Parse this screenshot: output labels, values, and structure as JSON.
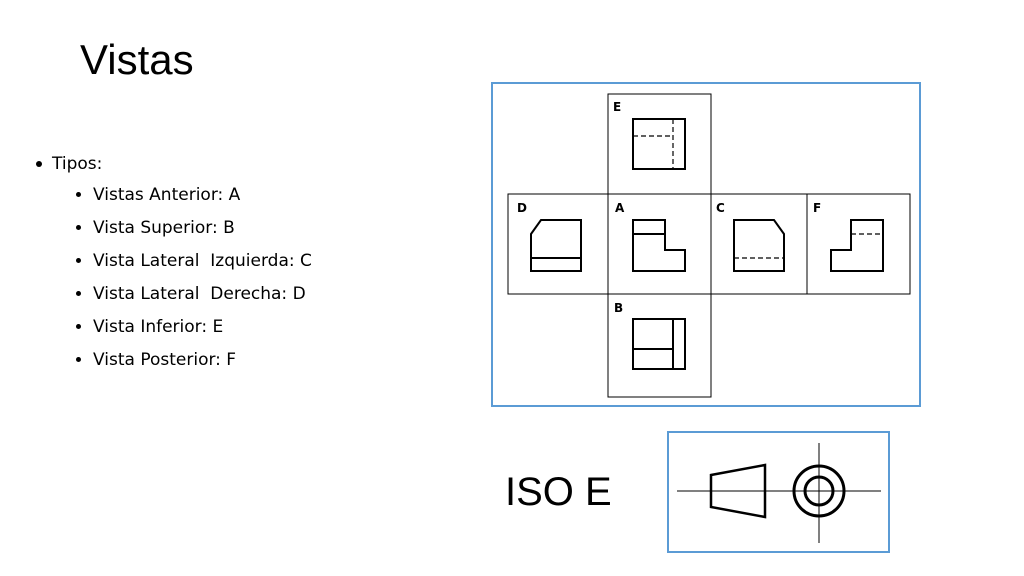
{
  "slide": {
    "title": "Vistas",
    "bullet_top": "Tipos:",
    "sub_items": [
      "Vistas Anterior: A",
      "Vista Superior: B",
      "Vista Lateral  Izquierda: C",
      "Vista Lateral  Derecha: D",
      "Vista Inferior: E",
      "Vista Posterior: F"
    ],
    "iso_label": "ISO E"
  },
  "views_diagram": {
    "labels": {
      "e": "E",
      "d": "D",
      "a": "A",
      "c": "C",
      "f": "F",
      "b": "B"
    }
  },
  "colors": {
    "frame_border": "#5b9bd5",
    "line": "#000000"
  }
}
